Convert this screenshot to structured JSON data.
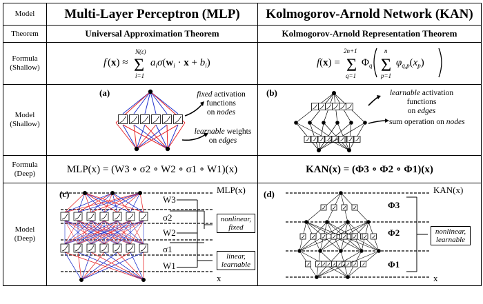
{
  "row_labels": {
    "model": "Model",
    "theorem": "Theorem",
    "formula_shallow": [
      "Formula",
      "(Shallow)"
    ],
    "model_shallow": [
      "Model",
      "(Shallow)"
    ],
    "formula_deep": [
      "Formula",
      "(Deep)"
    ],
    "model_deep": [
      "Model",
      "(Deep)"
    ]
  },
  "mlp": {
    "title": "Multi-Layer Perceptron (MLP)",
    "theorem": "Universal Approximation Theorem",
    "formula_shallow": "f(x) ≈ Σ_{i=1}^{N(ε)} a_i σ(w_i · x + b_i)",
    "formula_deep": "MLP(x) = (W3 ∘ σ2 ∘ W2 ∘ σ1 ∘ W1)(x)",
    "shallow": {
      "panel": "(a)",
      "ann1_a": "fixed",
      "ann1_b": " activation functions",
      "ann1_c": "on ",
      "ann1_d": "nodes",
      "ann2_a": "learnable",
      "ann2_b": " weights",
      "ann2_c": "on ",
      "ann2_d": "edges"
    },
    "deep": {
      "panel": "(c)",
      "top": "MLP(x)",
      "bottom": "x",
      "W3": "W3",
      "s2": "σ2",
      "W2": "W2",
      "s1": "σ1",
      "W1": "W1",
      "note1": [
        "nonlinear,",
        "fixed"
      ],
      "note2": [
        "linear,",
        "learnable"
      ]
    }
  },
  "kan": {
    "title": "Kolmogorov-Arnold Network (KAN)",
    "theorem": "Kolmogorov-Arnold Representation Theorem",
    "formula_shallow": "f(x) = Σ_{q=1}^{2n+1} Φ_q ( Σ_{p=1}^{n} φ_{q,p}(x_p) )",
    "formula_deep": "KAN(x) = (Φ3 ∘ Φ2 ∘ Φ1)(x)",
    "shallow": {
      "panel": "(b)",
      "ann1_a": "learnable",
      "ann1_b": " activation functions",
      "ann1_c": "on ",
      "ann1_d": "edges",
      "ann2_a": "sum operation on ",
      "ann2_b": "nodes"
    },
    "deep": {
      "panel": "(d)",
      "top": "KAN(x)",
      "bottom": "x",
      "P3": "Φ3",
      "P2": "Φ2",
      "P1": "Φ1",
      "note": [
        "nonlinear,",
        "learnable"
      ]
    }
  },
  "colors": {
    "red": "#e8282b",
    "blue": "#2233cc",
    "line": "#000000"
  }
}
